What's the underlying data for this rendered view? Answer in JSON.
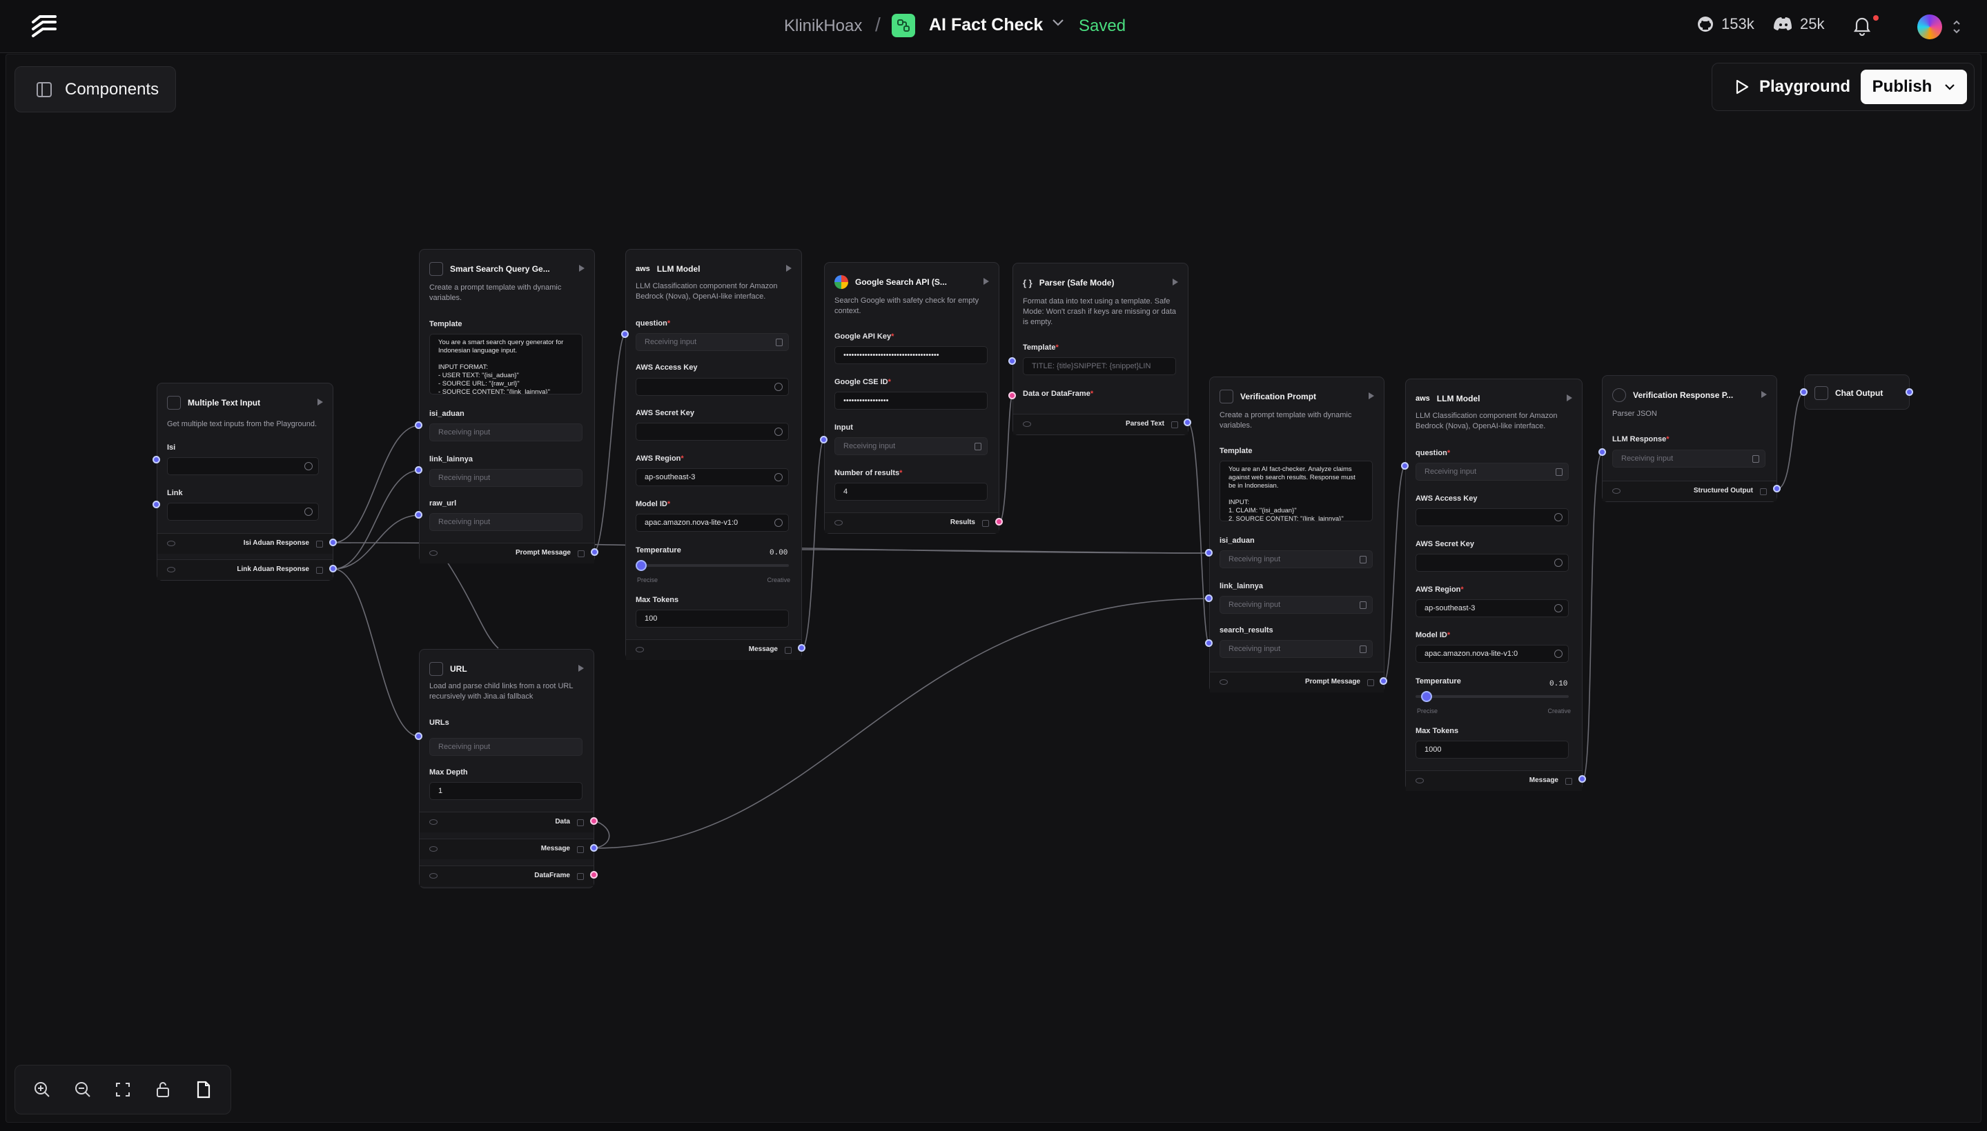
{
  "header": {
    "project": "KlinikHoax",
    "separator": "/",
    "flow_name": "AI Fact Check",
    "status": "Saved",
    "github_count": "153k",
    "discord_count": "25k"
  },
  "toolbar": {
    "components_label": "Components",
    "playground_label": "Playground",
    "publish_label": "Publish"
  },
  "common": {
    "receiving": "Receiving input"
  },
  "nodes": {
    "mti": {
      "title": "Multiple Text Input",
      "desc": "Get multiple text inputs from the Playground.",
      "f1": "Isi",
      "f2": "Link",
      "o1": "Isi Aduan Response",
      "o2": "Link Aduan Response"
    },
    "ssq": {
      "title": "Smart Search Query Ge...",
      "desc": "Create a prompt template with dynamic variables.",
      "template_label": "Template",
      "template_text": "You are a smart search query generator for Indonesian language input.\n\nINPUT FORMAT:\n- USER TEXT: \"{isi_aduan}\"\n- SOURCE URL: \"{raw_url}\"\n- SOURCE CONTENT: \"{link_lainnya}\"",
      "v1": "isi_aduan",
      "v2": "link_lainnya",
      "v3": "raw_url",
      "out": "Prompt Message"
    },
    "llm1": {
      "title": "LLM Model",
      "desc": "LLM Classification component for Amazon Bedrock (Nova), OpenAI-like interface.",
      "question": "question",
      "access_key": "AWS Access Key",
      "secret_key": "AWS Secret Key",
      "region": "AWS Region",
      "region_val": "ap-southeast-3",
      "model_id": "Model ID",
      "model_val": "apac.amazon.nova-lite-v1:0",
      "temperature": "Temperature",
      "temp_val": "0.00",
      "temp_fraction": 0.0,
      "precise": "Precise",
      "creative": "Creative",
      "max_tokens": "Max Tokens",
      "max_tokens_val": "100",
      "out": "Message"
    },
    "gsa": {
      "title": "Google Search API (S...",
      "desc": "Search Google with safety check for empty context.",
      "api_key": "Google API Key",
      "api_key_val": "••••••••••••••••••••••••••••••••••••",
      "cse_id": "Google CSE ID",
      "cse_val": "•••••••••••••••••",
      "input": "Input",
      "nresults": "Number of results",
      "nresults_val": "4",
      "out": "Results"
    },
    "parser": {
      "title": "Parser (Safe Mode)",
      "desc": "Format data into text using a template. Safe Mode: Won't crash if keys are missing or data is empty.",
      "template_label": "Template",
      "template_val": "TITLE: {title}SNIPPET: {snippet}LIN",
      "data_label": "Data or DataFrame",
      "out": "Parsed Text"
    },
    "url": {
      "title": "URL",
      "desc": "Load and parse child links from a root URL recursively with Jina.ai fallback",
      "urls": "URLs",
      "max_depth": "Max Depth",
      "max_depth_val": "1",
      "o1": "Data",
      "o2": "Message",
      "o3": "DataFrame"
    },
    "vp": {
      "title": "Verification Prompt",
      "desc": "Create a prompt template with dynamic variables.",
      "template_label": "Template",
      "template_text": "You are an AI fact-checker. Analyze claims against web search results. Response must be in Indonesian.\n\nINPUT:\n1. CLAIM: \"{isi_aduan}\"\n2. SOURCE CONTENT: \"{link_lainnya}\"",
      "v1": "isi_aduan",
      "v2": "link_lainnya",
      "v3": "search_results",
      "out": "Prompt Message"
    },
    "llm2": {
      "title": "LLM Model",
      "desc": "LLM Classification component for Amazon Bedrock (Nova), OpenAI-like interface.",
      "question": "question",
      "access_key": "AWS Access Key",
      "secret_key": "AWS Secret Key",
      "region": "AWS Region",
      "region_val": "ap-southeast-3",
      "model_id": "Model ID",
      "model_val": "apac.amazon.nova-lite-v1:0",
      "temperature": "Temperature",
      "temp_val": "0.10",
      "temp_fraction": 0.1,
      "precise": "Precise",
      "creative": "Creative",
      "max_tokens": "Max Tokens",
      "max_tokens_val": "1000",
      "out": "Message"
    },
    "vrp": {
      "title": "Verification Response P...",
      "desc": "Parser JSON",
      "llm_response": "LLM Response",
      "out": "Structured Output"
    },
    "chat": {
      "title": "Chat Output"
    }
  }
}
